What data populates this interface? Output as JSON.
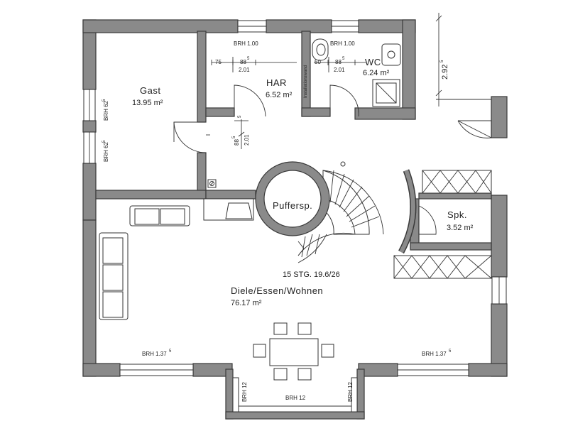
{
  "rooms": {
    "gast": {
      "name": "Gast",
      "area": "13.95 m²"
    },
    "har": {
      "name": "HAR",
      "area": "6.52 m²"
    },
    "wc": {
      "name": "WC",
      "area": "6.24 m²"
    },
    "puffer": {
      "name": "Puffersp."
    },
    "spk": {
      "name": "Spk.",
      "area": "3.52 m²"
    },
    "diele": {
      "name": "Diele/Essen/Wohnen",
      "area": "76.17 m²"
    }
  },
  "stairs": {
    "label": "15 STG. 19.6/26"
  },
  "labels": {
    "brh_100": "BRH 1.00",
    "brh_62": "BRH 62",
    "brh_137": "BRH 1.37",
    "brh_12": "BRH 12",
    "installationswand": "Installationswand",
    "sup5": "5"
  },
  "dims": {
    "d75": "75",
    "d88": "88",
    "d201": "2.01",
    "d50": "50",
    "d292": "2.92"
  }
}
